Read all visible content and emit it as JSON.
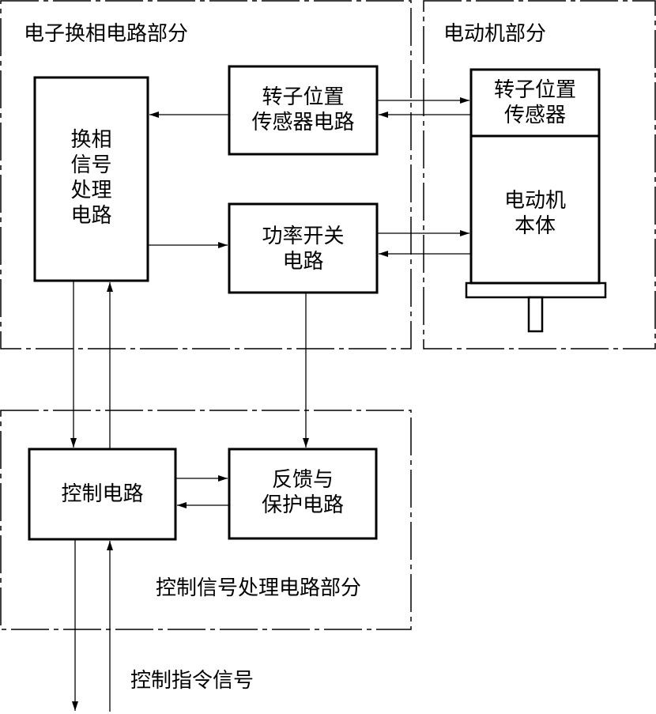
{
  "regions": {
    "commutation_section": "电子换相电路部分",
    "motor_section": "电动机部分",
    "control_section": "控制信号处理电路部分"
  },
  "blocks": {
    "commutation_signal": [
      "换相",
      "信号",
      "处理",
      "电路"
    ],
    "rotor_sensor_circuit": [
      "转子位置",
      "传感器电路"
    ],
    "power_switch": [
      "功率开关",
      "电路"
    ],
    "rotor_sensor": [
      "转子位置",
      "传感器"
    ],
    "motor_body": [
      "电动机",
      "本体"
    ],
    "control_circuit": [
      "控制电路"
    ],
    "feedback_protection": [
      "反馈与",
      "保护电路"
    ]
  },
  "signals": {
    "command_signal": "控制指令信号"
  }
}
